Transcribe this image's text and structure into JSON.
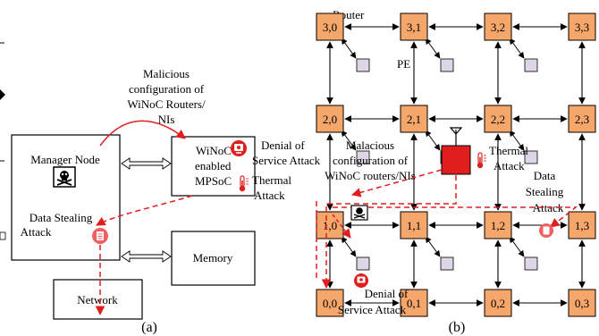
{
  "panel_a": {
    "caption": "(a)",
    "manager_node": "Manager Node",
    "data_stealing": [
      "Data Stealing",
      "Attack"
    ],
    "malicious_config": [
      "Malicious",
      "configuration of",
      "WiNoC Routers/",
      "NIs"
    ],
    "winoc": [
      "WiNoC",
      "enabled",
      "MPSoC"
    ],
    "denial": [
      "Denial of",
      "Service Attack"
    ],
    "thermal": [
      "Thermal",
      "Attack"
    ],
    "memory": "Memory",
    "network": "Network"
  },
  "panel_b": {
    "caption": "(b)",
    "router_label": "Router",
    "pe_label": "PE",
    "node_labels": [
      [
        "3,0",
        "3,1",
        "3,2",
        "3,3"
      ],
      [
        "2,0",
        "2,1",
        "2,2",
        "2,3"
      ],
      [
        "1,0",
        "1,1",
        "1,2",
        "1,3"
      ],
      [
        "0,0",
        "0,1",
        "0,2",
        "0,3"
      ]
    ],
    "malicious_config": [
      "Malacious",
      "configuration of",
      "WiNoC routers/NIs"
    ],
    "thermal": [
      "Thermal",
      "Attack"
    ],
    "data_stealing": [
      "Data",
      "Stealing",
      "Attack"
    ],
    "denial": [
      "Denial of",
      "Service Attack"
    ]
  },
  "colors": {
    "router_fill": "#f5a66a",
    "pe_fill": "#dcd6e6",
    "attack_red": "#e01e1e",
    "icon_red": "#f06060"
  }
}
